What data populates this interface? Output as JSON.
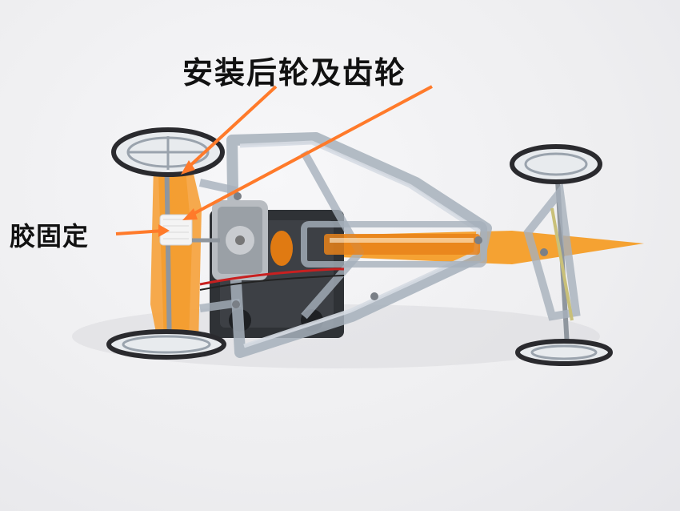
{
  "annotations": {
    "rear_wheel_gear": "安装后轮及齿轮",
    "glue_fix": "胶固定"
  },
  "colors": {
    "background": "#f1f1f3",
    "arrow": "#ff7a2a",
    "orange_plastic": "#f59b22",
    "clear_plastic": "#b9c2cc",
    "battery_box": "#3a3c40",
    "wheel_ring": "#2a2a2e"
  },
  "icons": [
    "toy-car-photo"
  ]
}
